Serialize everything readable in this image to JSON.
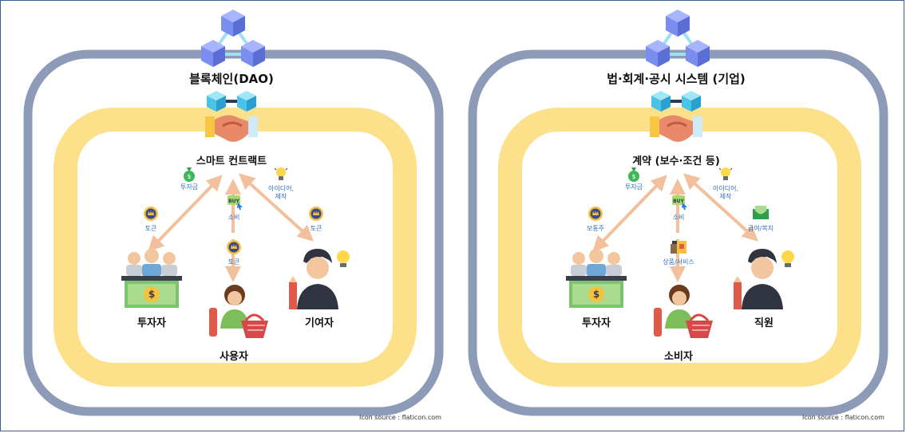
{
  "colors": {
    "outer_ring": "#8e9bb8",
    "inner_ring": "#fde08a",
    "arrow": "#f2c09c",
    "cube": "#7a8ef0",
    "frame": "#3c5a9a"
  },
  "left": {
    "title": "블록체인(DAO)",
    "center": "스마트 컨트랙트",
    "labels": {
      "money": "투자금",
      "idea": "아이디어,\n제작",
      "buy": "소비",
      "token_left": "토큰",
      "token_middle": "토큰",
      "token_right": "토큰"
    },
    "roles": {
      "investor": "투자자",
      "user": "사용자",
      "contributor": "기여자"
    },
    "source": "Icon source : flaticon.com"
  },
  "right": {
    "title": "법·회계·공시 시스템 (기업)",
    "center": "계약 (보수·조건 등)",
    "labels": {
      "money": "투자금",
      "idea": "아이디어,\n제작",
      "buy": "소비",
      "stock": "보통주",
      "goods": "상품/서비스",
      "salary": "급여/복지"
    },
    "roles": {
      "investor": "투자자",
      "consumer": "소비자",
      "employee": "직원"
    },
    "source": "Icon source : flaticon.com"
  }
}
